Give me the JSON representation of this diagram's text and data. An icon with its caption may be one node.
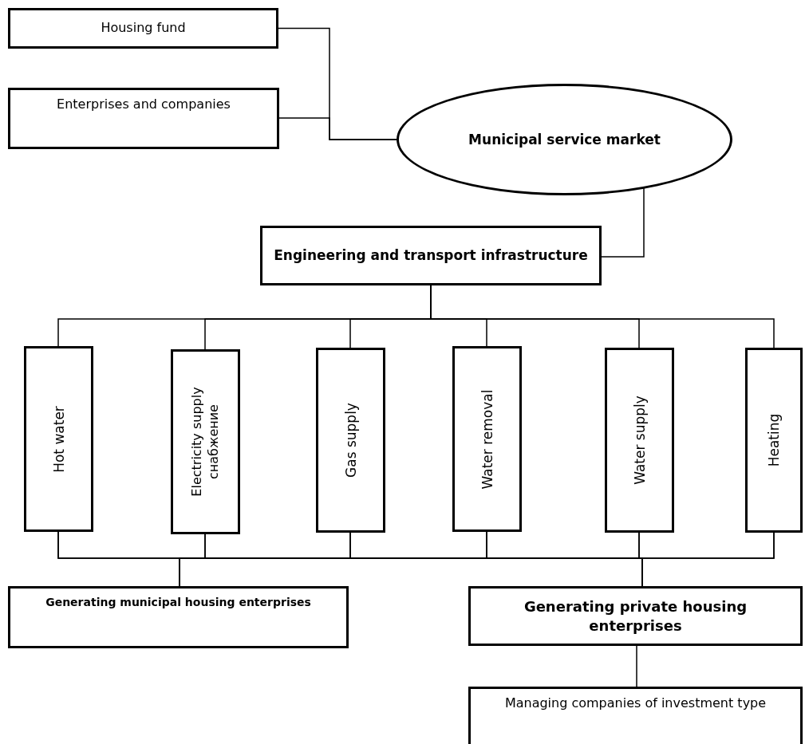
{
  "diagram": {
    "nodes": [
      {
        "text": [
          "Housing fund"
        ]
      },
      {
        "text": [
          "Enterprises and companies"
        ]
      },
      {
        "text": [
          "Municipal service market"
        ]
      },
      {
        "text": [
          "Engineering and transport infrastructure"
        ]
      },
      {
        "text": [
          "Hot water"
        ]
      },
      {
        "text": [
          "Electricity supply снабжение"
        ]
      },
      {
        "text": [
          "Gas supply"
        ]
      },
      {
        "text": [
          "Water removal"
        ]
      },
      {
        "text": [
          "Water supply"
        ]
      },
      {
        "text": [
          "Heating"
        ]
      },
      {
        "text": [
          "Generating municipal housing enterprises"
        ]
      },
      {
        "text": [
          "Generating private housing enterprises"
        ]
      },
      {
        "text": [
          "Managing companies of investment type"
        ]
      }
    ],
    "edges": [
      {
        "from": 0,
        "to": 2,
        "arrow": "none"
      },
      {
        "from": 1,
        "to": 2,
        "arrow": "none"
      },
      {
        "from": 2,
        "to": 3,
        "arrow": "none"
      },
      {
        "from": 3,
        "to": 4,
        "arrow": "none"
      },
      {
        "from": 3,
        "to": 5,
        "arrow": "none"
      },
      {
        "from": 3,
        "to": 6,
        "arrow": "none"
      },
      {
        "from": 3,
        "to": 7,
        "arrow": "none"
      },
      {
        "from": 3,
        "to": 8,
        "arrow": "none"
      },
      {
        "from": 3,
        "to": 9,
        "arrow": "none"
      },
      {
        "from": 4,
        "to": 10,
        "arrow": "none"
      },
      {
        "from": 5,
        "to": 10,
        "arrow": "none"
      },
      {
        "from": 6,
        "to": 10,
        "arrow": "none"
      },
      {
        "from": 7,
        "to": 10,
        "arrow": "none"
      },
      {
        "from": 8,
        "to": 10,
        "arrow": "none"
      },
      {
        "from": 9,
        "to": 10,
        "arrow": "none"
      },
      {
        "from": 4,
        "to": 11,
        "arrow": "none"
      },
      {
        "from": 5,
        "to": 11,
        "arrow": "none"
      },
      {
        "from": 6,
        "to": 11,
        "arrow": "none"
      },
      {
        "from": 7,
        "to": 11,
        "arrow": "none"
      },
      {
        "from": 8,
        "to": 11,
        "arrow": "none"
      },
      {
        "from": 9,
        "to": 11,
        "arrow": "none"
      },
      {
        "from": 11,
        "to": 12,
        "arrow": "none"
      }
    ]
  }
}
